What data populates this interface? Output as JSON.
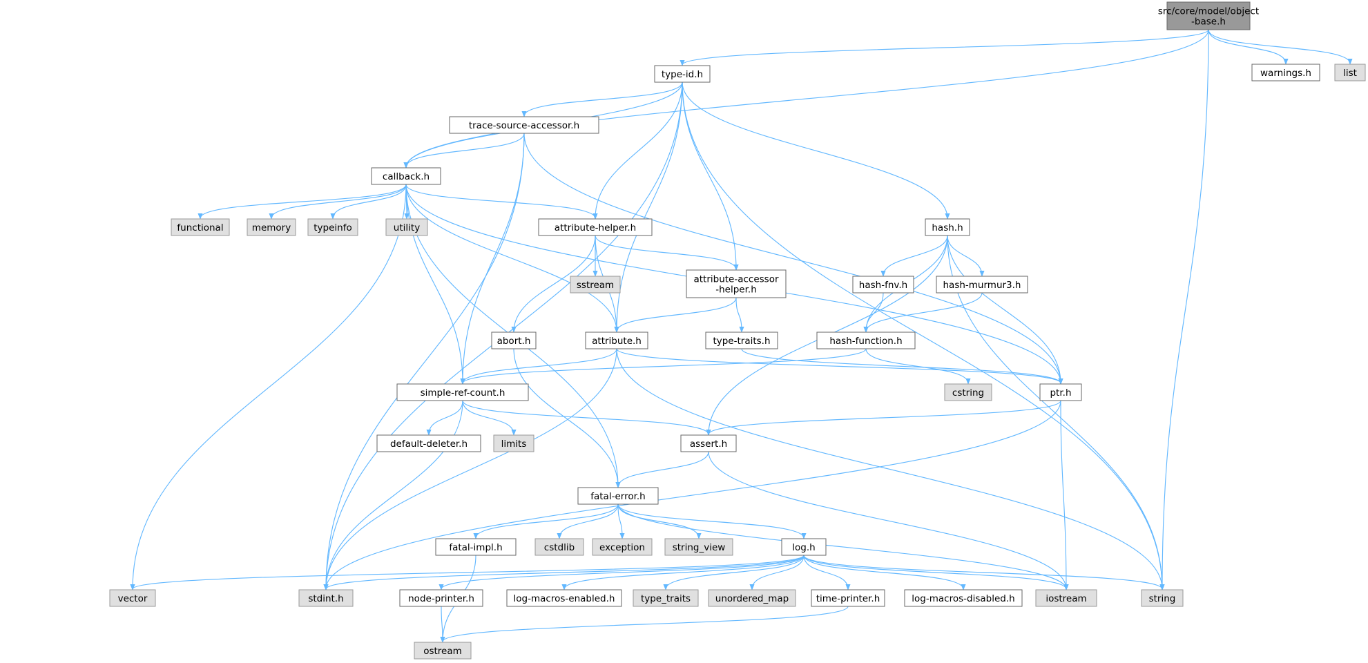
{
  "colors": {
    "edge": "#63b8ff",
    "root_fill": "#999999",
    "root_stroke": "#666666",
    "header_fill": "#ffffff",
    "header_stroke": "#666666",
    "system_fill": "#e0e0e0",
    "system_stroke": "#999999"
  },
  "nodes": [
    {
      "id": "root",
      "lines": [
        "src/core/model/object",
        "-base.h"
      ],
      "kind": "root"
    },
    {
      "id": "warnings",
      "lines": [
        "warnings.h"
      ],
      "kind": "header"
    },
    {
      "id": "list",
      "lines": [
        "list"
      ],
      "kind": "system"
    },
    {
      "id": "typeid",
      "lines": [
        "type-id.h"
      ],
      "kind": "header"
    },
    {
      "id": "tsa",
      "lines": [
        "trace-source-accessor.h"
      ],
      "kind": "header"
    },
    {
      "id": "callback",
      "lines": [
        "callback.h"
      ],
      "kind": "header"
    },
    {
      "id": "functional",
      "lines": [
        "functional"
      ],
      "kind": "system"
    },
    {
      "id": "memory",
      "lines": [
        "memory"
      ],
      "kind": "system"
    },
    {
      "id": "typeinfo",
      "lines": [
        "typeinfo"
      ],
      "kind": "system"
    },
    {
      "id": "utility",
      "lines": [
        "utility"
      ],
      "kind": "system"
    },
    {
      "id": "attrhelper",
      "lines": [
        "attribute-helper.h"
      ],
      "kind": "header"
    },
    {
      "id": "sstream",
      "lines": [
        "sstream"
      ],
      "kind": "system"
    },
    {
      "id": "attracc",
      "lines": [
        "attribute-accessor",
        "-helper.h"
      ],
      "kind": "header"
    },
    {
      "id": "hash",
      "lines": [
        "hash.h"
      ],
      "kind": "header"
    },
    {
      "id": "hashfnv",
      "lines": [
        "hash-fnv.h"
      ],
      "kind": "header"
    },
    {
      "id": "hashmurmur",
      "lines": [
        "hash-murmur3.h"
      ],
      "kind": "header"
    },
    {
      "id": "abort",
      "lines": [
        "abort.h"
      ],
      "kind": "header"
    },
    {
      "id": "attribute",
      "lines": [
        "attribute.h"
      ],
      "kind": "header"
    },
    {
      "id": "typetraitsh",
      "lines": [
        "type-traits.h"
      ],
      "kind": "header"
    },
    {
      "id": "hashfunc",
      "lines": [
        "hash-function.h"
      ],
      "kind": "header"
    },
    {
      "id": "cstring",
      "lines": [
        "cstring"
      ],
      "kind": "system"
    },
    {
      "id": "simpleref",
      "lines": [
        "simple-ref-count.h"
      ],
      "kind": "header"
    },
    {
      "id": "ptr",
      "lines": [
        "ptr.h"
      ],
      "kind": "header"
    },
    {
      "id": "defdel",
      "lines": [
        "default-deleter.h"
      ],
      "kind": "header"
    },
    {
      "id": "limits",
      "lines": [
        "limits"
      ],
      "kind": "system"
    },
    {
      "id": "assert",
      "lines": [
        "assert.h"
      ],
      "kind": "header"
    },
    {
      "id": "fatalerr",
      "lines": [
        "fatal-error.h"
      ],
      "kind": "header"
    },
    {
      "id": "fatalimpl",
      "lines": [
        "fatal-impl.h"
      ],
      "kind": "header"
    },
    {
      "id": "cstdlib",
      "lines": [
        "cstdlib"
      ],
      "kind": "system"
    },
    {
      "id": "exception",
      "lines": [
        "exception"
      ],
      "kind": "system"
    },
    {
      "id": "string_view",
      "lines": [
        "string_view"
      ],
      "kind": "system"
    },
    {
      "id": "log",
      "lines": [
        "log.h"
      ],
      "kind": "header"
    },
    {
      "id": "vector",
      "lines": [
        "vector"
      ],
      "kind": "system"
    },
    {
      "id": "stdint",
      "lines": [
        "stdint.h"
      ],
      "kind": "system"
    },
    {
      "id": "nodeprinter",
      "lines": [
        "node-printer.h"
      ],
      "kind": "header"
    },
    {
      "id": "logmacen",
      "lines": [
        "log-macros-enabled.h"
      ],
      "kind": "header"
    },
    {
      "id": "type_traits",
      "lines": [
        "type_traits"
      ],
      "kind": "system"
    },
    {
      "id": "unordered_map",
      "lines": [
        "unordered_map"
      ],
      "kind": "system"
    },
    {
      "id": "timeprinter",
      "lines": [
        "time-printer.h"
      ],
      "kind": "header"
    },
    {
      "id": "logmacdis",
      "lines": [
        "log-macros-disabled.h"
      ],
      "kind": "header"
    },
    {
      "id": "iostream",
      "lines": [
        "iostream"
      ],
      "kind": "system"
    },
    {
      "id": "string",
      "lines": [
        "string"
      ],
      "kind": "system"
    },
    {
      "id": "ostream",
      "lines": [
        "ostream"
      ],
      "kind": "system"
    }
  ],
  "edges": [
    [
      "root",
      "typeid"
    ],
    [
      "root",
      "callback"
    ],
    [
      "root",
      "warnings"
    ],
    [
      "root",
      "list"
    ],
    [
      "root",
      "string"
    ],
    [
      "typeid",
      "tsa"
    ],
    [
      "typeid",
      "callback"
    ],
    [
      "typeid",
      "attrhelper"
    ],
    [
      "typeid",
      "attracc"
    ],
    [
      "typeid",
      "attribute"
    ],
    [
      "typeid",
      "hash"
    ],
    [
      "typeid",
      "stdint"
    ],
    [
      "typeid",
      "string"
    ],
    [
      "tsa",
      "callback"
    ],
    [
      "tsa",
      "simpleref"
    ],
    [
      "tsa",
      "ptr"
    ],
    [
      "tsa",
      "stdint"
    ],
    [
      "callback",
      "functional"
    ],
    [
      "callback",
      "memory"
    ],
    [
      "callback",
      "typeinfo"
    ],
    [
      "callback",
      "utility"
    ],
    [
      "callback",
      "attrhelper"
    ],
    [
      "callback",
      "attribute"
    ],
    [
      "callback",
      "ptr"
    ],
    [
      "callback",
      "simpleref"
    ],
    [
      "callback",
      "fatalerr"
    ],
    [
      "callback",
      "vector"
    ],
    [
      "attrhelper",
      "sstream"
    ],
    [
      "attrhelper",
      "attracc"
    ],
    [
      "attrhelper",
      "abort"
    ],
    [
      "attrhelper",
      "attribute"
    ],
    [
      "attracc",
      "attribute"
    ],
    [
      "attracc",
      "typetraitsh"
    ],
    [
      "hash",
      "hashfnv"
    ],
    [
      "hash",
      "hashmurmur"
    ],
    [
      "hash",
      "hashfunc"
    ],
    [
      "hash",
      "ptr"
    ],
    [
      "hash",
      "assert"
    ],
    [
      "hash",
      "string"
    ],
    [
      "hashfnv",
      "hashfunc"
    ],
    [
      "hashmurmur",
      "hashfunc"
    ],
    [
      "hashfunc",
      "simpleref"
    ],
    [
      "hashfunc",
      "cstring"
    ],
    [
      "abort",
      "fatalerr"
    ],
    [
      "attribute",
      "simpleref"
    ],
    [
      "attribute",
      "ptr"
    ],
    [
      "attribute",
      "stdint"
    ],
    [
      "attribute",
      "string"
    ],
    [
      "typetraitsh",
      "ptr"
    ],
    [
      "simpleref",
      "defdel"
    ],
    [
      "simpleref",
      "limits"
    ],
    [
      "simpleref",
      "assert"
    ],
    [
      "simpleref",
      "stdint"
    ],
    [
      "ptr",
      "assert"
    ],
    [
      "ptr",
      "iostream"
    ],
    [
      "ptr",
      "stdint"
    ],
    [
      "assert",
      "fatalerr"
    ],
    [
      "assert",
      "iostream"
    ],
    [
      "fatalerr",
      "fatalimpl"
    ],
    [
      "fatalerr",
      "cstdlib"
    ],
    [
      "fatalerr",
      "exception"
    ],
    [
      "fatalerr",
      "string_view"
    ],
    [
      "fatalerr",
      "log"
    ],
    [
      "fatalerr",
      "iostream"
    ],
    [
      "fatalimpl",
      "ostream"
    ],
    [
      "log",
      "vector"
    ],
    [
      "log",
      "stdint"
    ],
    [
      "log",
      "nodeprinter"
    ],
    [
      "log",
      "logmacen"
    ],
    [
      "log",
      "type_traits"
    ],
    [
      "log",
      "unordered_map"
    ],
    [
      "log",
      "timeprinter"
    ],
    [
      "log",
      "logmacdis"
    ],
    [
      "log",
      "iostream"
    ],
    [
      "log",
      "string"
    ],
    [
      "nodeprinter",
      "ostream"
    ],
    [
      "timeprinter",
      "ostream"
    ]
  ]
}
